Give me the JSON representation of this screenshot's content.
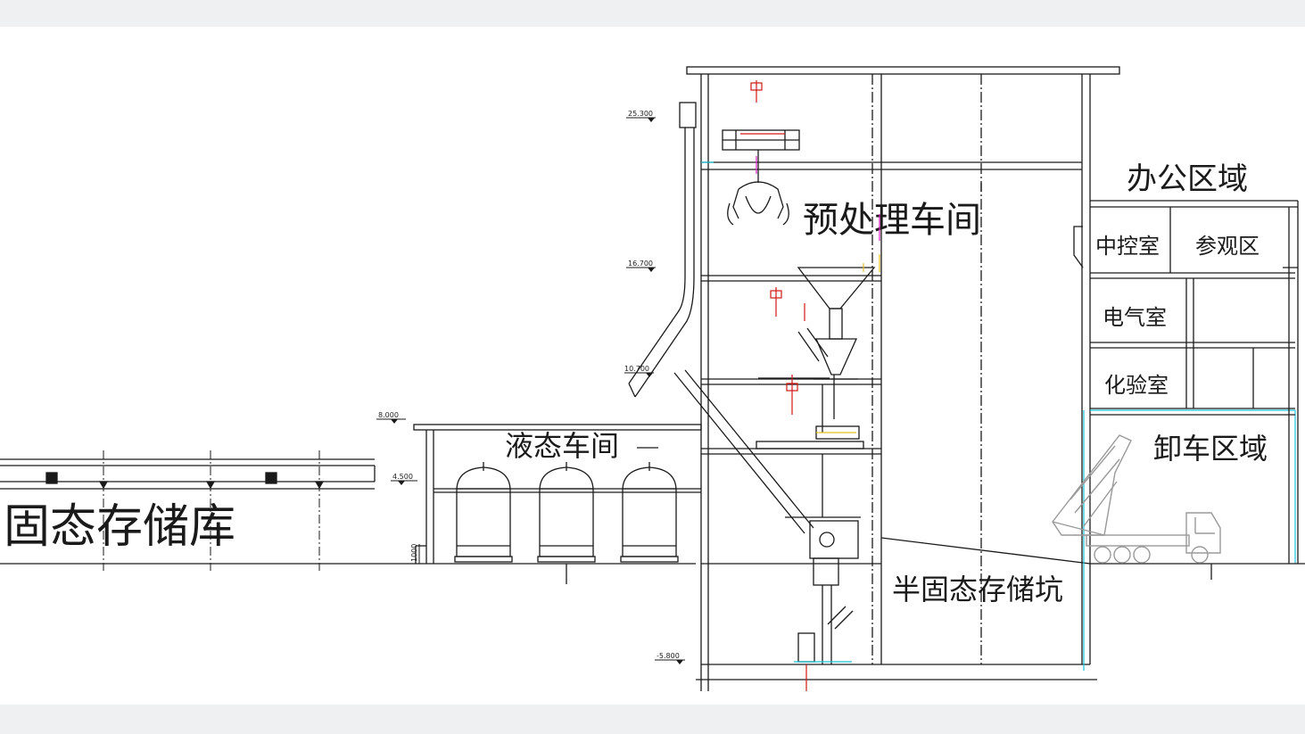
{
  "zones": {
    "solid_storage": "固态存储库",
    "liquid_workshop": "液态车间",
    "pretreatment_workshop": "预处理车间",
    "semi_solid_pit": "半固态存储坑",
    "office_area": "办公区域",
    "central_control": "中控室",
    "visiting_area": "参观区",
    "electrical_room": "电气室",
    "lab_room": "化验室",
    "unloading_area": "卸车区域"
  },
  "elevations": {
    "e25300": "25.300",
    "e16700": "16.700",
    "e10700": "10.700",
    "e8000": "8.000",
    "e4500": "4.500",
    "e1000": "1000",
    "em5800": "-5.800"
  },
  "colors": {
    "line": "#1a1a1a",
    "band": "#eff0f2",
    "cyan": "#19c3d8",
    "red": "#d01818",
    "magenta": "#e020c0",
    "yellow": "#e0c020",
    "truck": "#9a9a9a"
  }
}
